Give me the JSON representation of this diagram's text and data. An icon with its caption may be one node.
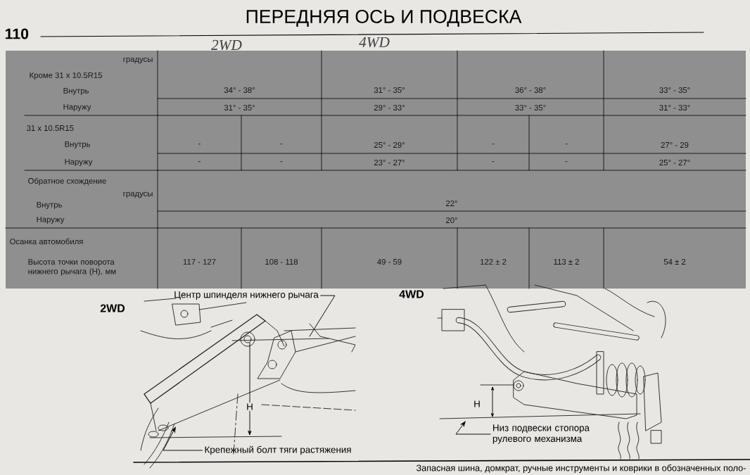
{
  "diagram": {
    "title": "ПЕРЕДНЯЯ ОСЬ И ПОДВЕСКА",
    "nodes": [
      {
        "text": [
          "Центр шпинделя нижнего рычага"
        ]
      },
      {
        "text": [
          "Крепежный болт тяги растяжения"
        ]
      },
      {
        "text": [
          "Низ подвески стопора рулевого механизма"
        ]
      }
    ],
    "edges": [
      {
        "from": 0,
        "to": null,
        "arrow": "none"
      },
      {
        "from": 1,
        "to": null,
        "arrow": "to"
      },
      {
        "from": 2,
        "to": null,
        "arrow": "to"
      }
    ],
    "labels": [
      "110",
      "2WD",
      "4WD",
      "градусы",
      "Кроме 31 x 10.5R15",
      "Внутрь",
      "34° - 38°",
      "31° - 35°",
      "36° - 38°",
      "33° - 35°",
      "Наружу",
      "31° - 35°",
      "29° - 33°",
      "33° - 35°",
      "31° - 33°",
      "31 x 10.5R15",
      "Внутрь",
      "-",
      "-",
      "25° - 29°",
      "-",
      "-",
      "27° - 29",
      "Наружу",
      "-",
      "-",
      "23° - 27°",
      "-",
      "-",
      "25° - 27°",
      "Обратное схождение",
      "градусы",
      "Внутрь",
      "22°",
      "Наружу",
      "20°",
      "Осанка автомобиля",
      "Высота точки поворота нижнего рычага (H), мм",
      "117 - 127",
      "108 - 118",
      "49 - 59",
      "122 ± 2",
      "113 ± 2",
      "54 ± 2",
      "2WD",
      "H",
      "4WD",
      "H",
      "Запасная шина, домкрат, ручные инструменты и коврики в обозначенных поло-"
    ]
  }
}
